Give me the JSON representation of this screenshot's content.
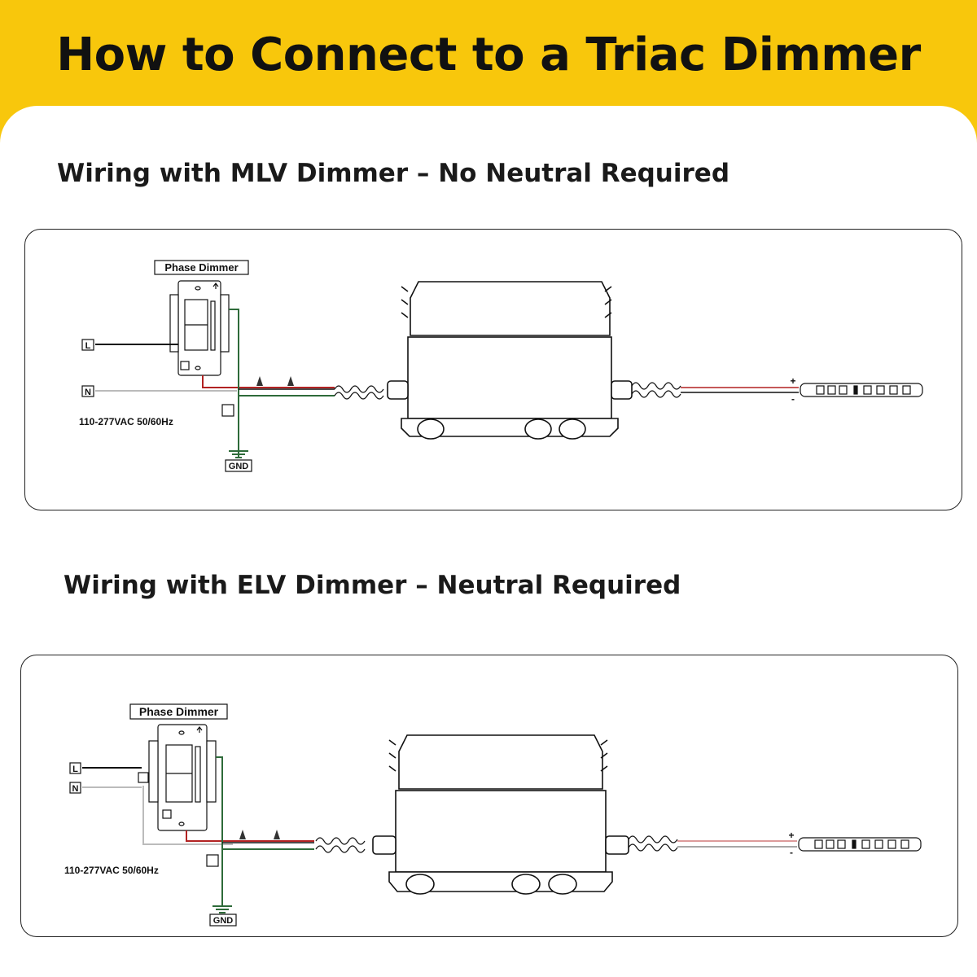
{
  "title": "How to Connect to a Triac Dimmer",
  "colors": {
    "banner": "#F8C70C",
    "hot_wire": "#B22222",
    "ground_wire": "#2E6B3A",
    "neutral_wire": "#BBBBBB",
    "line_wire": "#111111"
  },
  "sections": [
    {
      "title": "Wiring with MLV Dimmer – No Neutral Required",
      "dimmer_label": "Phase Dimmer",
      "line_label": "L",
      "neutral_label": "N",
      "voltage_label": "110-277VAC 50/60Hz",
      "ground_label": "GND",
      "plus_label": "+",
      "minus_label": "-"
    },
    {
      "title": "Wiring with ELV Dimmer – Neutral Required",
      "dimmer_label": "Phase Dimmer",
      "line_label": "L",
      "neutral_label": "N",
      "voltage_label": "110-277VAC 50/60Hz",
      "ground_label": "GND",
      "plus_label": "+",
      "minus_label": "-"
    }
  ]
}
